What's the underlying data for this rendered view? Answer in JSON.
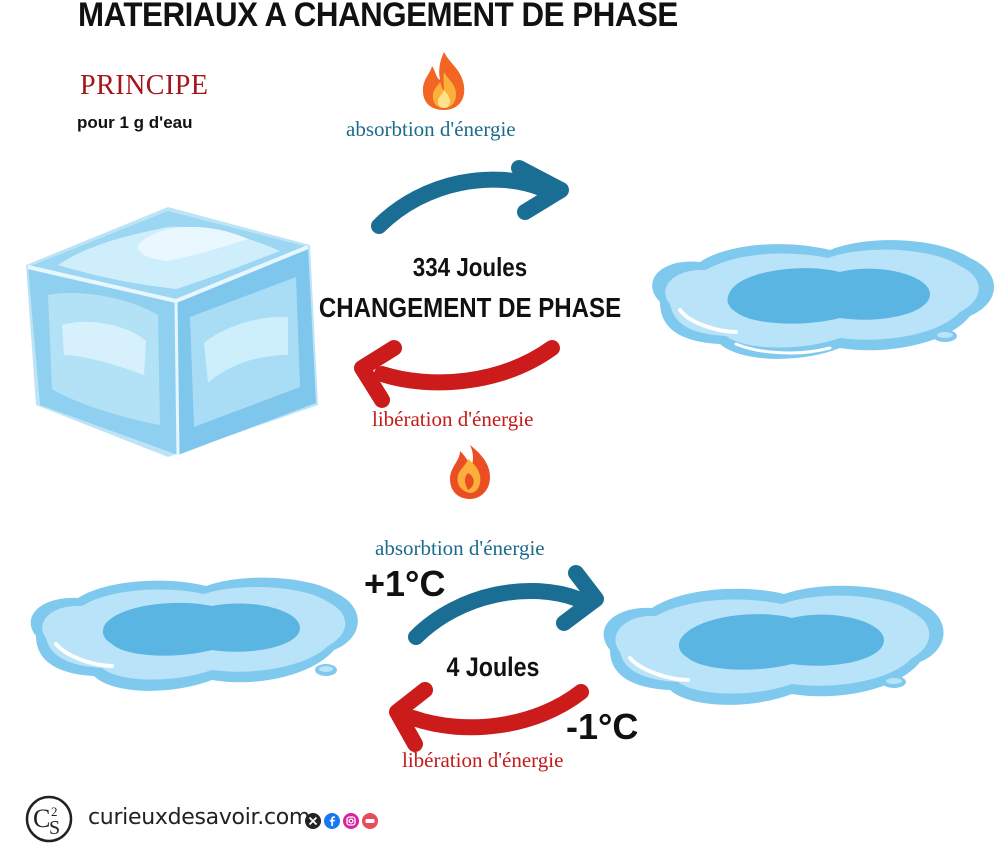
{
  "title": "MATERIAUX A CHANGEMENT DE PHASE",
  "principle": {
    "heading": "PRINCIPE",
    "subtitle": "pour 1 g d'eau"
  },
  "phase_change": {
    "absorption_label": "absorbtion d'énergie",
    "release_label": "libération d'énergie",
    "energy": "334 Joules",
    "caption": "CHANGEMENT DE PHASE"
  },
  "temperature_change": {
    "absorption_label": "absorbtion d'énergie",
    "release_label": "libération d'énergie",
    "energy": "4 Joules",
    "plus": "+1°C",
    "minus": "-1°C"
  },
  "footer": {
    "logo_text": "C2S",
    "site": "curieuxdesavoir.com",
    "social_icons": [
      "x-icon",
      "facebook-icon",
      "instagram-icon",
      "tipeee-icon"
    ]
  },
  "colors": {
    "absorption_arrow": "#1a6e93",
    "release_arrow": "#cc1b1b",
    "principe": "#a4151b",
    "water": "#7fc8ee",
    "water_dark": "#4aa9dc"
  }
}
